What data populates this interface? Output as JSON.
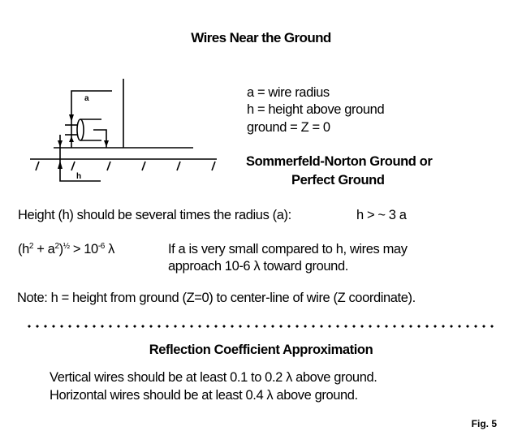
{
  "title": "Wires Near the Ground",
  "diagram": {
    "label_a": "a",
    "label_h": "h"
  },
  "legend": {
    "line1": "a = wire radius",
    "line2": "h = height above ground",
    "line3": "ground = Z = 0"
  },
  "ground_type": {
    "line1": "Sommerfeld-Norton Ground or",
    "line2": "Perfect Ground"
  },
  "height_rule": {
    "text": "Height (h) should be several times the radius (a):",
    "condition": "h > ~ 3 a"
  },
  "formula": {
    "h": "(h",
    "h_exp": "2",
    "plus": " + a",
    "a_exp": "2",
    "close": ")",
    "half_exp": "½",
    "gt": " > 10",
    "ten_exp": "-6",
    "lambda": " λ"
  },
  "small_a_note": {
    "line1": "If a is very small compared to h, wires may",
    "line2": "approach 10-6 λ toward ground."
  },
  "note": "Note:  h = height from ground (Z=0) to center-line of wire (Z coordinate).",
  "section2": {
    "heading": "Reflection Coefficient Approximation",
    "line1": "Vertical wires should be at least 0.1 to 0.2 λ above ground.",
    "line2": "Horizontal wires should be at least 0.4 λ above ground."
  },
  "figure_label": "Fig. 5"
}
